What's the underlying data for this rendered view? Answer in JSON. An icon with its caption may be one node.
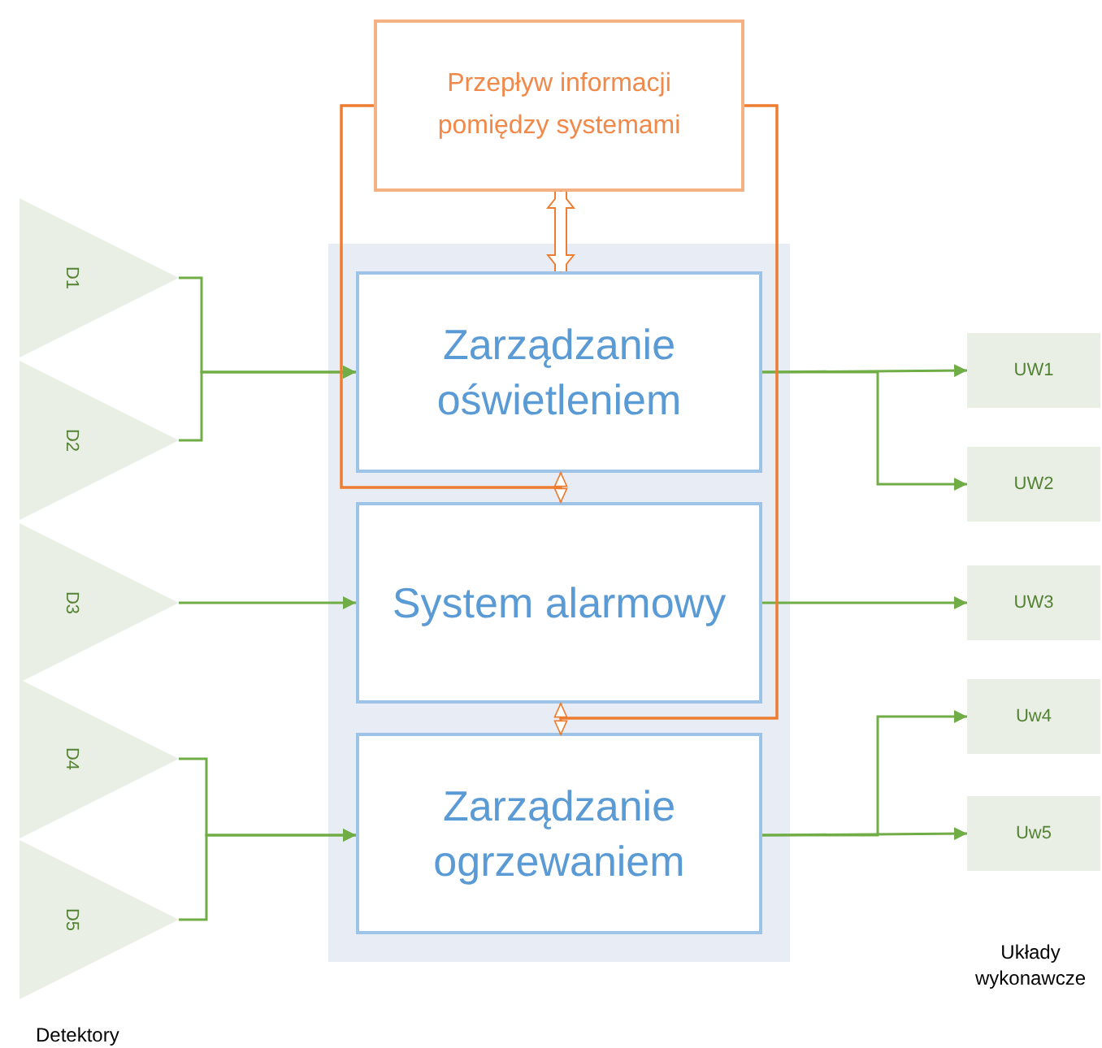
{
  "diagram": {
    "nodes": [
      {
        "text": [
          "Przepływ informacji pomiędzy systemami"
        ]
      },
      {
        "text": [],
        "shape": "box"
      },
      {
        "text": [
          "Zarządzanie oświetleniem"
        ],
        "in": 1
      },
      {
        "text": [
          "System alarmowy"
        ],
        "in": 1
      },
      {
        "text": [
          "Zarządzanie ogrzewaniem"
        ],
        "in": 1
      },
      {
        "text": [
          "D1"
        ]
      },
      {
        "text": [
          "D2"
        ]
      },
      {
        "text": [
          "D3"
        ]
      },
      {
        "text": [
          "D4"
        ]
      },
      {
        "text": [
          "D5"
        ]
      },
      {
        "text": [
          "UW1"
        ]
      },
      {
        "text": [
          "UW2"
        ]
      },
      {
        "text": [
          "UW3"
        ]
      },
      {
        "text": [
          "Uw4"
        ]
      },
      {
        "text": [
          "Uw5"
        ]
      }
    ],
    "edges": [
      {
        "from": 5,
        "to": 2,
        "arrow": "to"
      },
      {
        "from": 6,
        "to": 2,
        "arrow": "to"
      },
      {
        "from": 7,
        "to": 3,
        "arrow": "to"
      },
      {
        "from": 8,
        "to": 4,
        "arrow": "to"
      },
      {
        "from": 9,
        "to": 4,
        "arrow": "to"
      },
      {
        "from": 2,
        "to": 10,
        "arrow": "to"
      },
      {
        "from": 2,
        "to": 11,
        "arrow": "to"
      },
      {
        "from": 3,
        "to": 12,
        "arrow": "to"
      },
      {
        "from": 4,
        "to": 13,
        "arrow": "to"
      },
      {
        "from": 4,
        "to": 14,
        "arrow": "to"
      },
      {
        "from": 0,
        "to": 2,
        "arrow": "both",
        "style": "thick",
        "color": "#ed7d31"
      },
      {
        "from": 0,
        "to": 2,
        "arrow": "to",
        "color": "#ed7d31"
      },
      {
        "from": 0,
        "to": 3,
        "arrow": "to",
        "color": "#ed7d31"
      },
      {
        "from": 0,
        "to": 3,
        "arrow": "to",
        "color": "#ed7d31"
      },
      {
        "from": 0,
        "to": 4,
        "arrow": "to",
        "color": "#ed7d31"
      }
    ],
    "labels": [
      "Detektory",
      "Układy wykonawcze"
    ]
  }
}
